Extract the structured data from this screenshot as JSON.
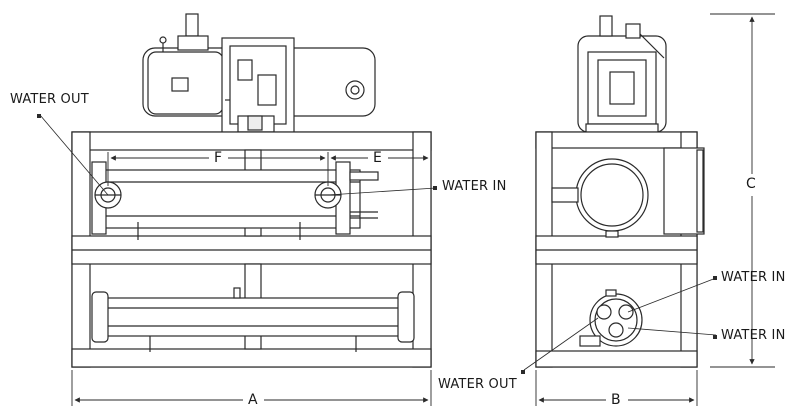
{
  "labels": {
    "water_out_top": "WATER OUT",
    "water_in_front": "WATER IN",
    "water_in_side_upper": "WATER IN",
    "water_in_side_lower": "WATER IN",
    "water_out_bottom": "WATER OUT"
  },
  "dimensions": {
    "a": "A",
    "b": "B",
    "c": "C",
    "e": "E",
    "f": "F"
  },
  "colors": {
    "line": "#2a2a2a",
    "fill": "#ffffff",
    "shade": "#d9d9d9"
  }
}
